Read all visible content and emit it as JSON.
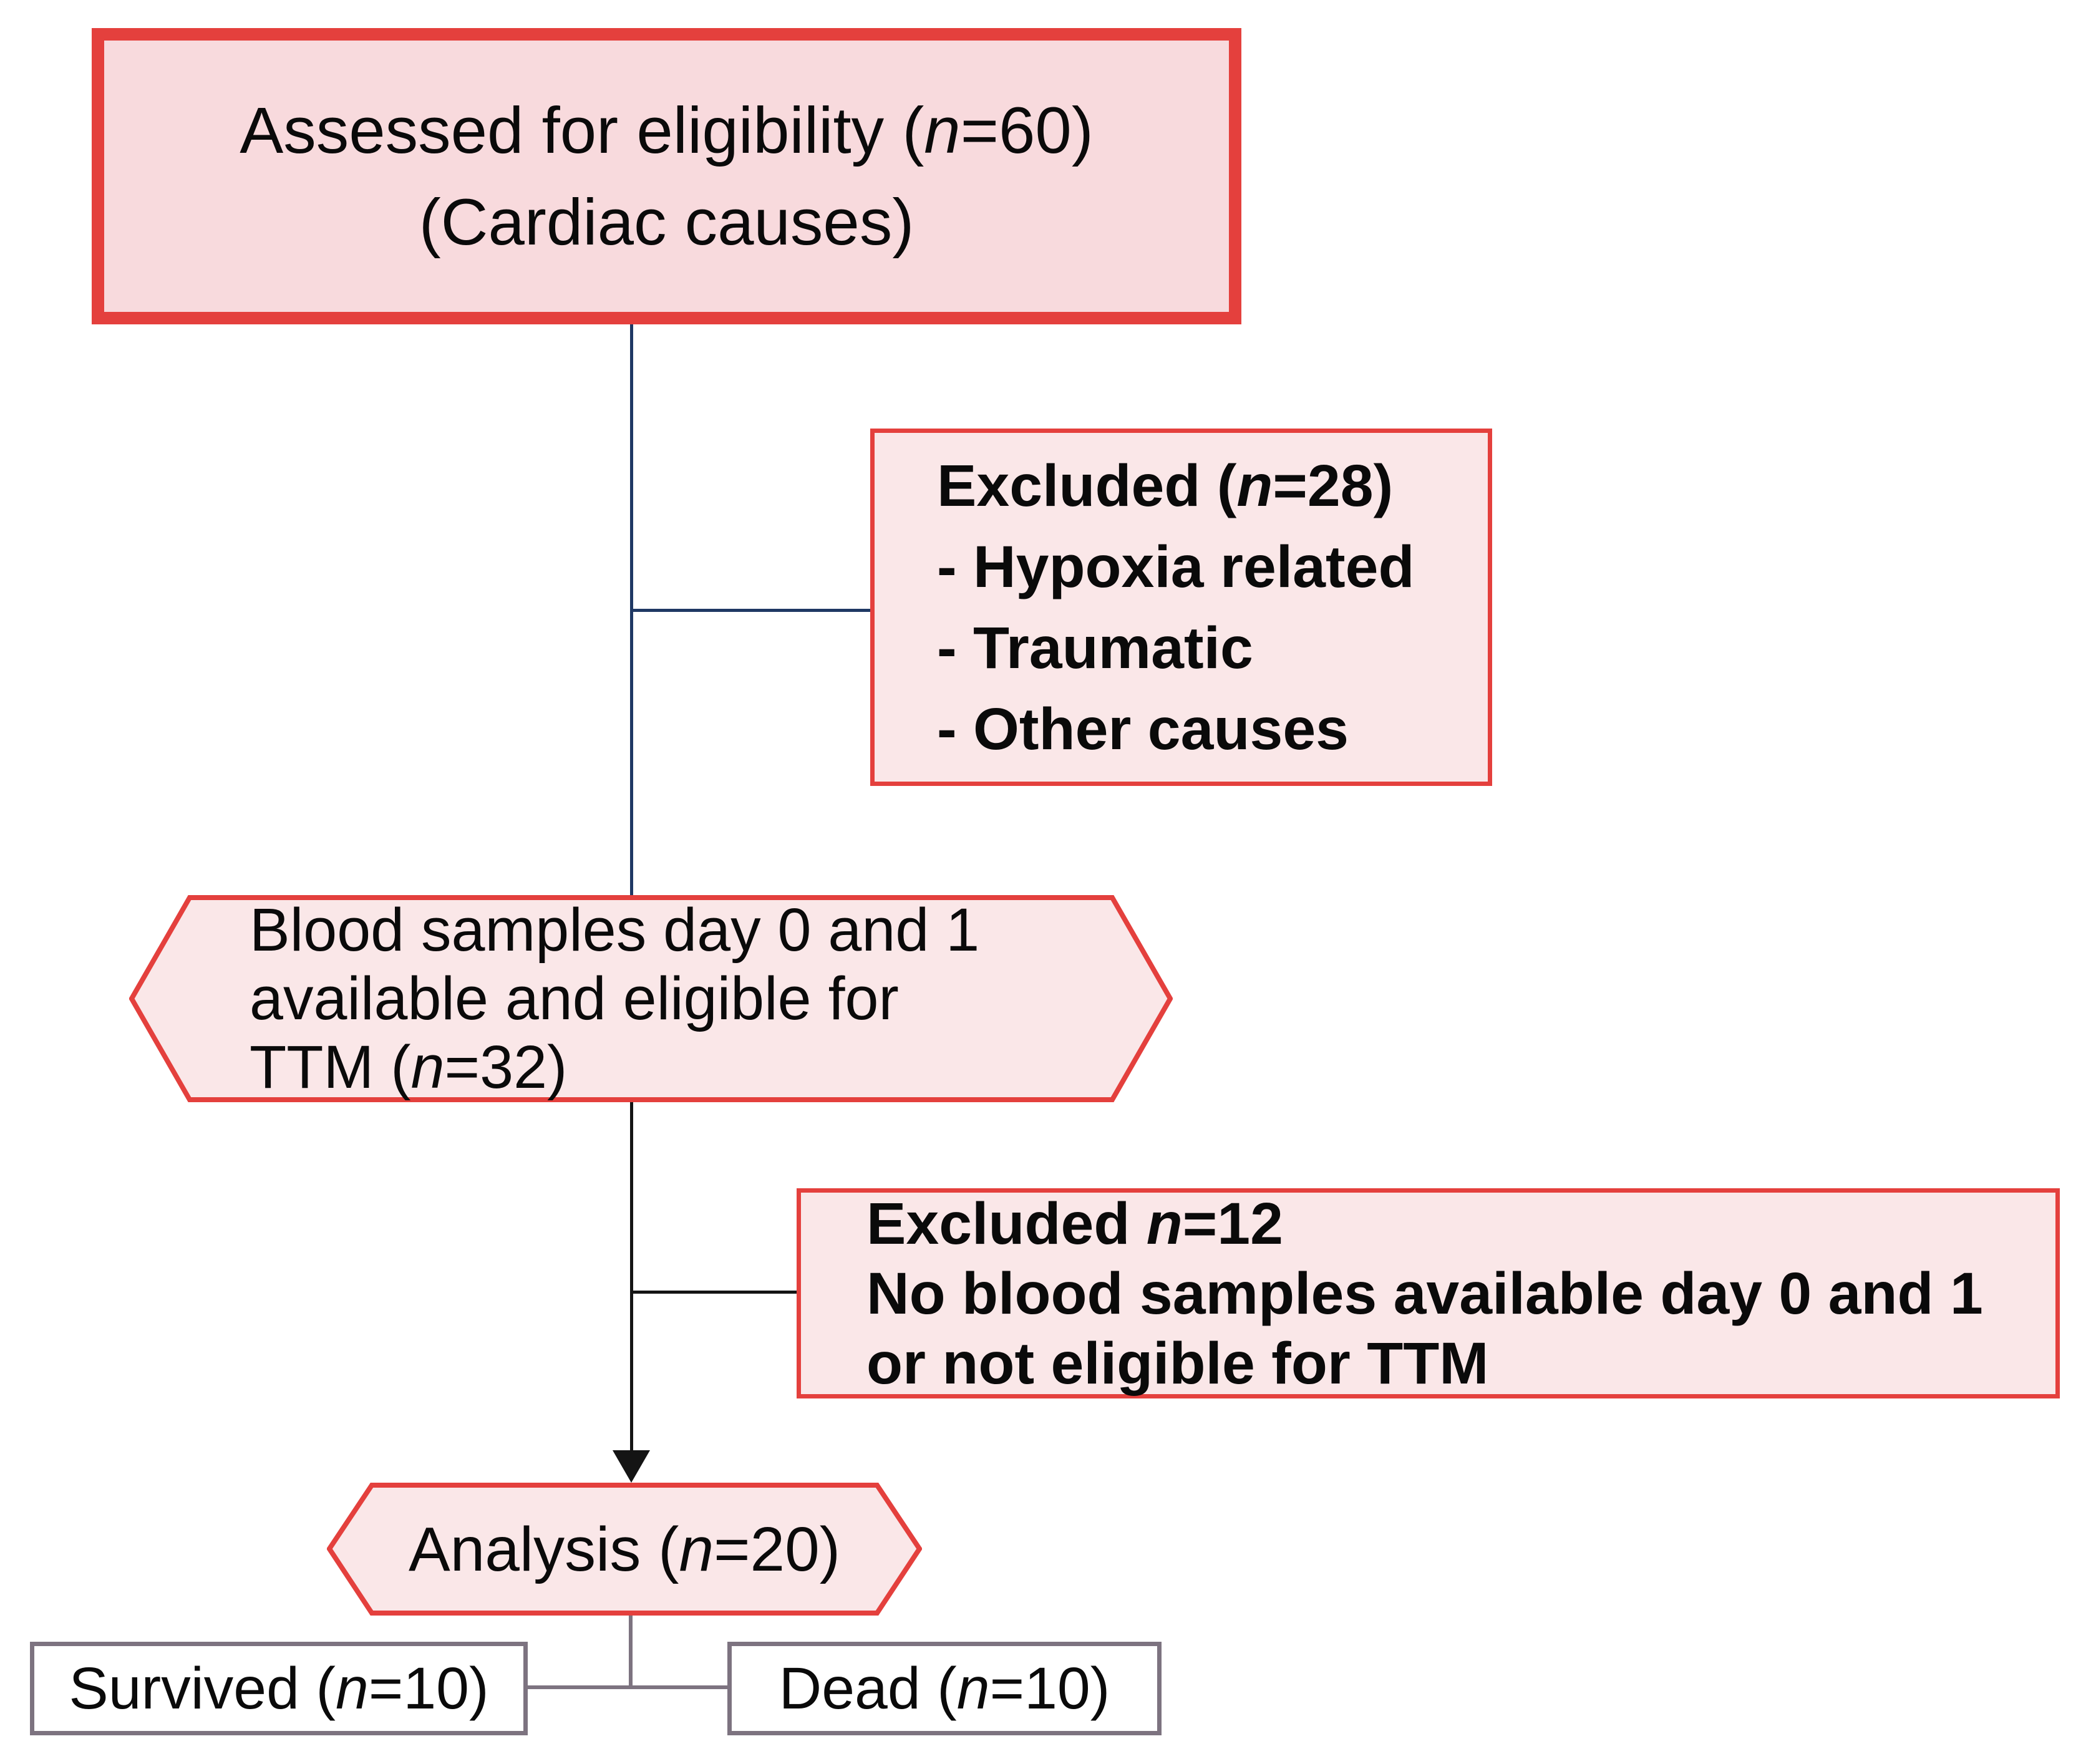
{
  "flow": {
    "assessed": {
      "lines": [
        "Assessed for eligibility (*n*=60)",
        "(Cardiac causes)"
      ],
      "n": 60
    },
    "excluded_top": {
      "lines": [
        "Excluded (*n*=28)",
        "- Hypoxia related",
        "- Traumatic",
        "- Other causes"
      ],
      "n": 28
    },
    "eligible": {
      "lines": [
        "Blood samples day 0 and 1",
        "available and eligible for",
        "TTM (*n*=32)"
      ],
      "n": 32
    },
    "excluded_bottom": {
      "lines": [
        "Excluded *n*=12",
        "No blood samples available day 0 and 1",
        "or not eligible for TTM"
      ],
      "n": 12
    },
    "analysis": {
      "label": "Analysis (*n*=20)",
      "n": 20
    },
    "survived": {
      "label": "Survived (*n*=10)",
      "n": 10
    },
    "dead": {
      "label": "Dead (*n*=10)",
      "n": 10
    }
  },
  "colors": {
    "accent-red": "#e4403d",
    "fill-dark-pink": "#f8dadd",
    "fill-light-pink": "#fae7e8",
    "line-navy": "#1f3864",
    "line-black": "#141414",
    "line-gray": "#7d7380",
    "text-color": "#0a0a0a",
    "box-white": "#ffffff"
  }
}
